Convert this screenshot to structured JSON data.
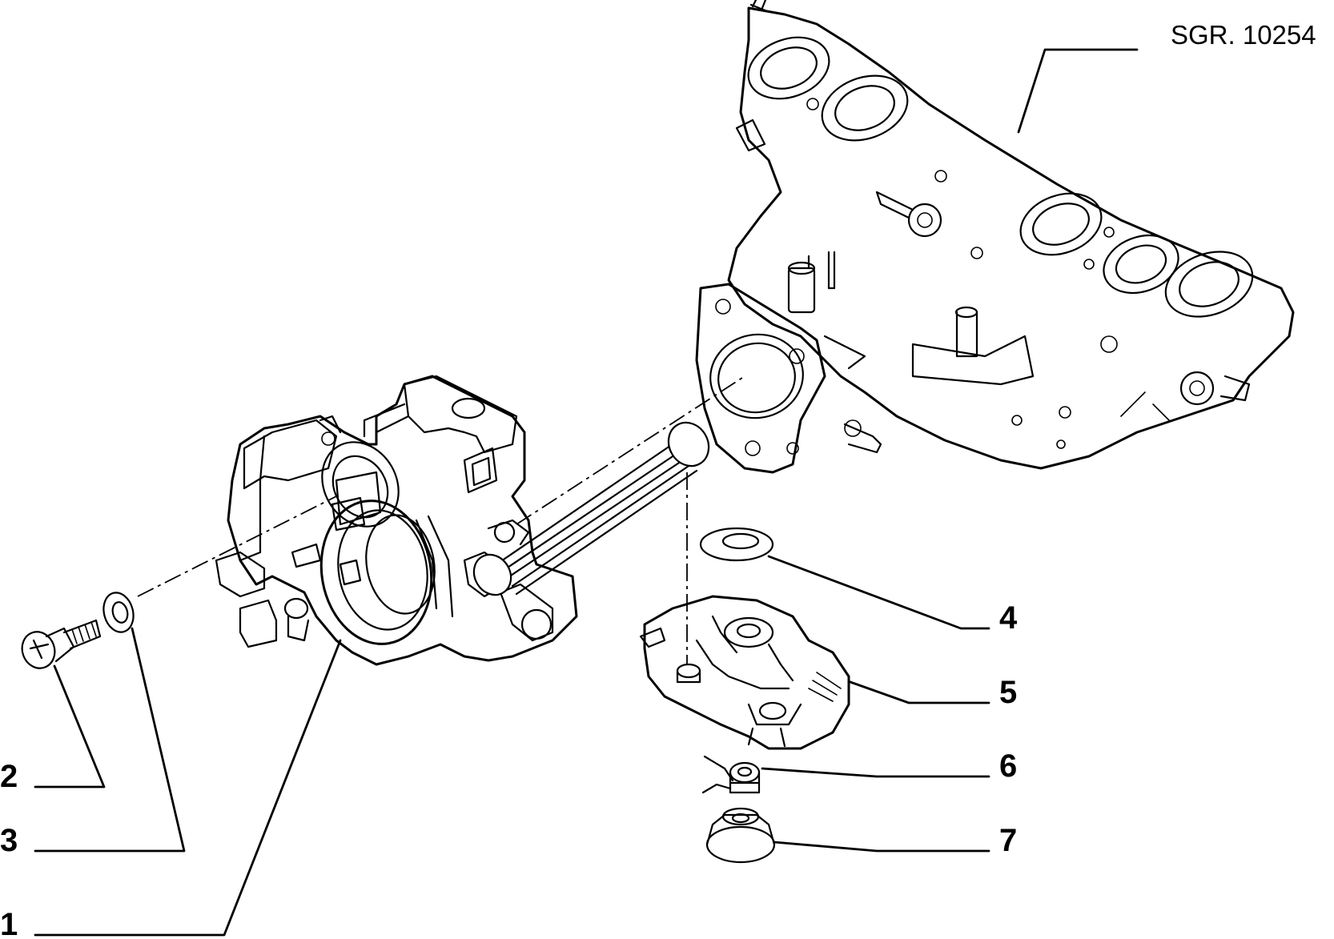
{
  "reference": "SGR. 10254",
  "callouts": {
    "c1": "1",
    "c2": "2",
    "c3": "3",
    "c4": "4",
    "c5": "5",
    "c6": "6",
    "c7": "7"
  }
}
